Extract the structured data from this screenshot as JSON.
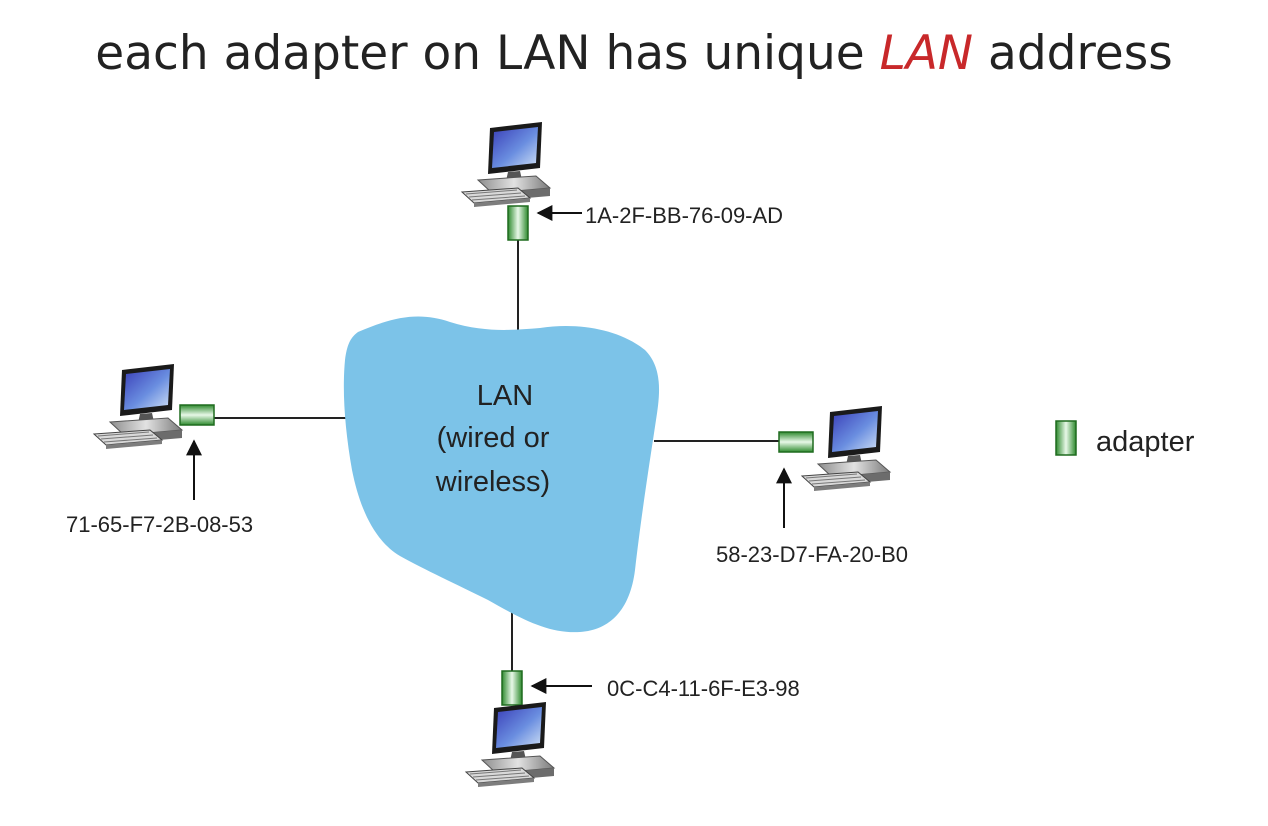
{
  "slide": {
    "title_prefix": "each adapter on LAN has unique ",
    "title_accent": "LAN",
    "title_suffix": " address",
    "accent_color": "#c8282a"
  },
  "cloud": {
    "line1": "LAN",
    "line2": "(wired or",
    "line3": "wireless)",
    "color": "#7cc3e8"
  },
  "hosts": [
    {
      "position": "top",
      "address": "1A-2F-BB-76-09-AD"
    },
    {
      "position": "left",
      "address": "71-65-F7-2B-08-53"
    },
    {
      "position": "right",
      "address": "58-23-D7-FA-20-B0"
    },
    {
      "position": "bottom",
      "address": "0C-C4-11-6F-E3-98"
    }
  ],
  "legend": {
    "label": "adapter",
    "icon": "adapter-icon"
  },
  "icons": {
    "host": "desktop-computer-icon",
    "adapter": "adapter-icon"
  }
}
